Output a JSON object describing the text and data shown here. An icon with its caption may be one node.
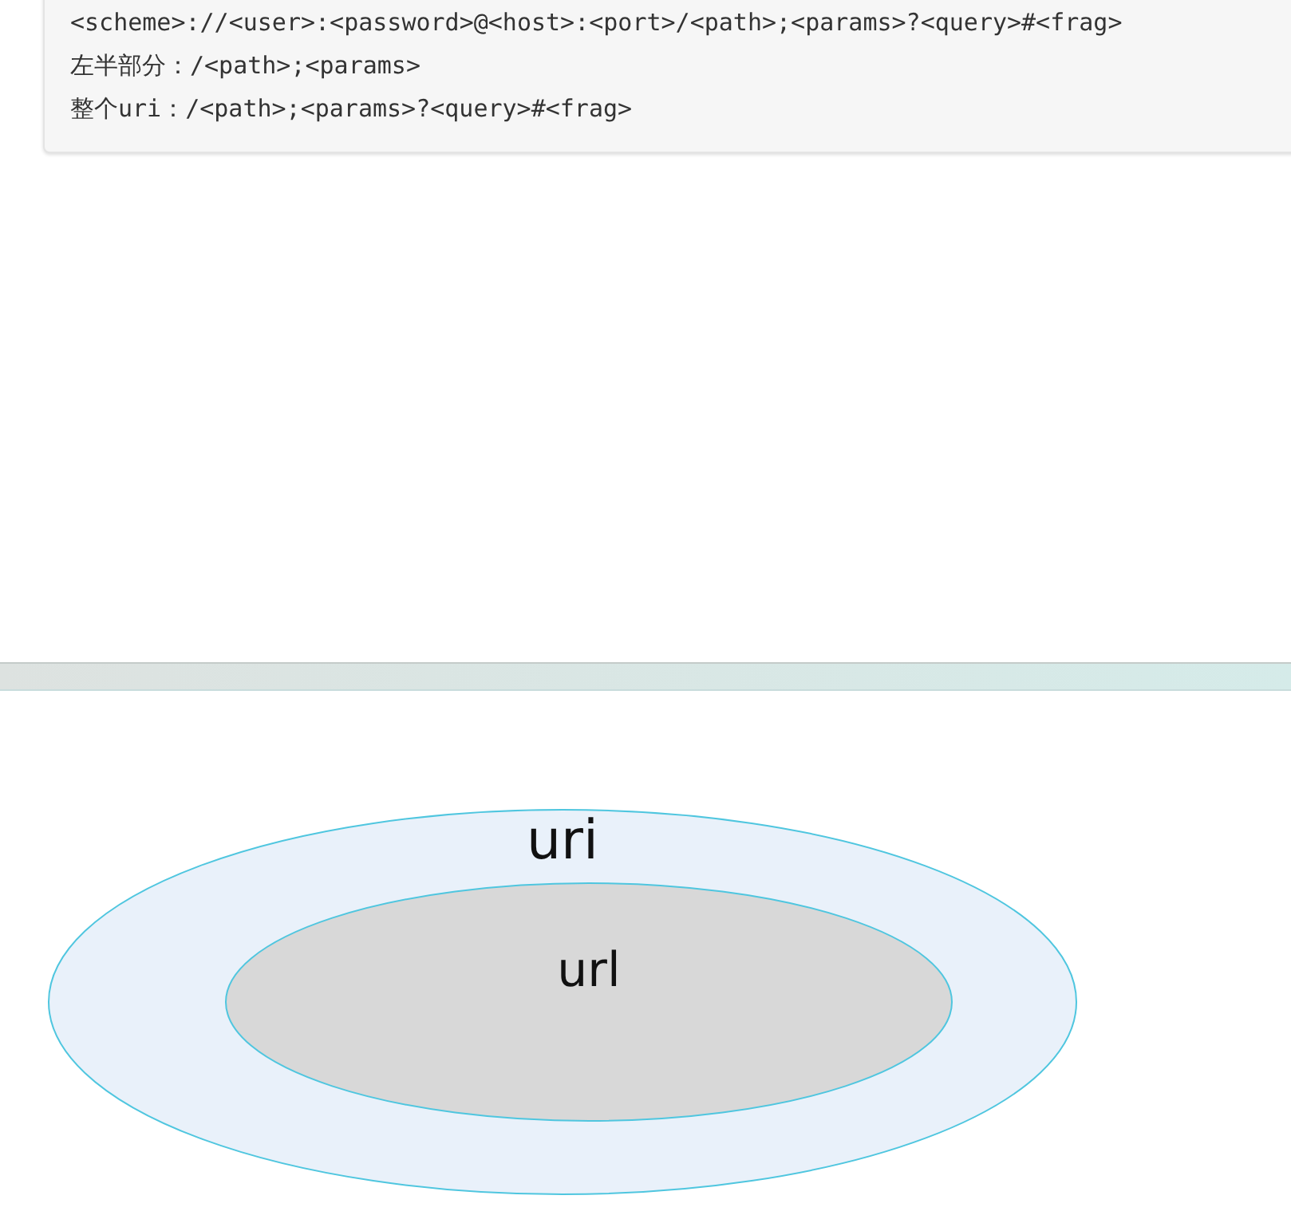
{
  "diagram": {
    "nodes": [
      {
        "text": [],
        "shape": "bar"
      },
      {
        "text": [
          "uri"
        ]
      },
      {
        "text": [
          "url"
        ],
        "in": 1
      }
    ],
    "labels": [
      "<scheme>://<user>:<password>@<host>:<port>/<path>;<params>?<query>#<frag>",
      "左半部分：/<path>;<params>",
      "整个uri：/<path>;<params>?<query>#<frag>"
    ]
  }
}
